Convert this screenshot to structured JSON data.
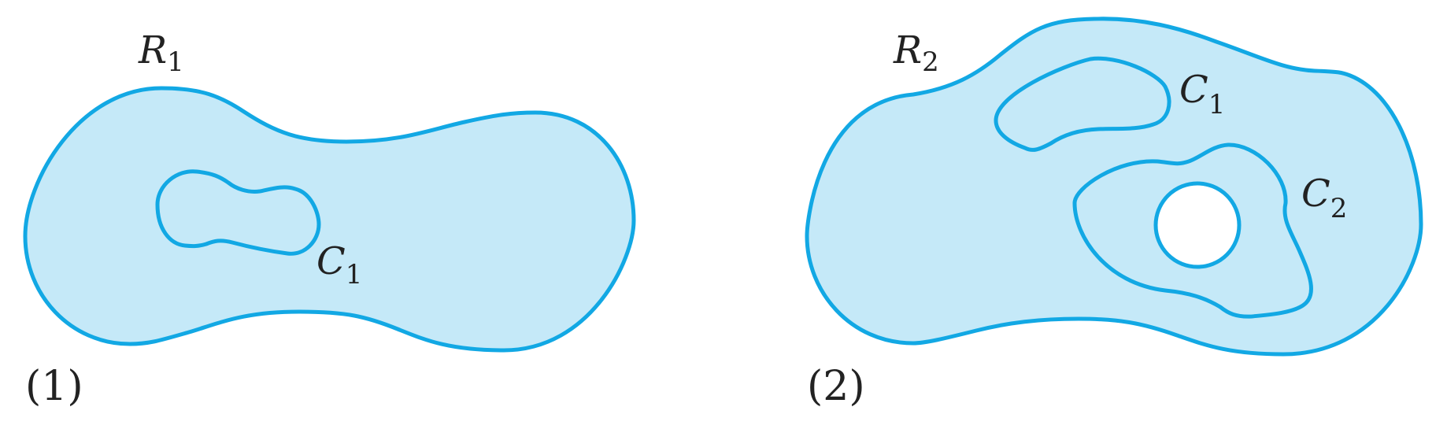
{
  "colors": {
    "region_fill": "#c5e9f8",
    "curve_stroke": "#12a8e4",
    "hole_fill": "#ffffff",
    "text": "#222222"
  },
  "diagram": {
    "panels": [
      {
        "caption": "(1)",
        "region": {
          "letter": "R",
          "subscript": "1"
        },
        "curves": [
          {
            "letter": "C",
            "subscript": "1"
          }
        ]
      },
      {
        "caption": "(2)",
        "region": {
          "letter": "R",
          "subscript": "2"
        },
        "curves": [
          {
            "letter": "C",
            "subscript": "1"
          },
          {
            "letter": "C",
            "subscript": "2"
          }
        ]
      }
    ]
  }
}
